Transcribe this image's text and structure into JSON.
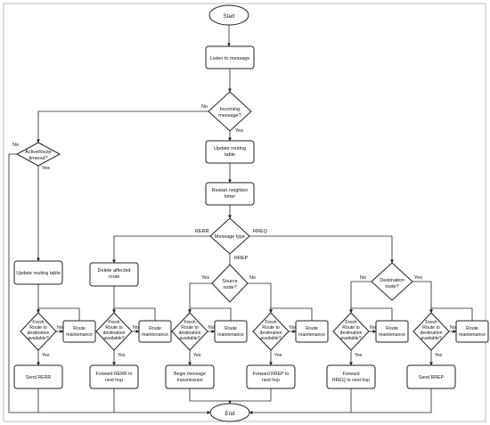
{
  "flowchart": {
    "nodes": {
      "start": "Start",
      "listen": "Listen to message",
      "incoming": [
        "Incoming",
        "message?"
      ],
      "update_rt": [
        "Update routing",
        "table"
      ],
      "restart_timer": [
        "Restart neighbor",
        "timer"
      ],
      "msg_type": "Message type",
      "active_route": [
        "ActiveRoute",
        "timeout?"
      ],
      "update_rt_left": "Update routing table",
      "delete_route": [
        "Delete affected",
        "route"
      ],
      "source_node": [
        "Source",
        "node?"
      ],
      "dest_node": [
        "Destination",
        "node?"
      ],
      "fresh_label": [
        "Fresh",
        "Route to",
        "destination",
        "available?"
      ],
      "route_maint": [
        "Route",
        "maintenance"
      ],
      "send_rerr": "Send RERR",
      "fwd_rerr": [
        "Forward RERR to",
        "next hop"
      ],
      "begin_msg": [
        "Begin message",
        "transmission"
      ],
      "fwd_rrep": [
        "Forward RREP to",
        "next hop"
      ],
      "fwd_rreq": [
        "Forward",
        "RREQ to next hop"
      ],
      "send_rrep": "Send RREP",
      "end": "End"
    },
    "edge_labels": {
      "yes": "Yes",
      "no": "No",
      "rerr": "RERR",
      "rreq": "RREQ",
      "rrep": "RREP"
    }
  }
}
